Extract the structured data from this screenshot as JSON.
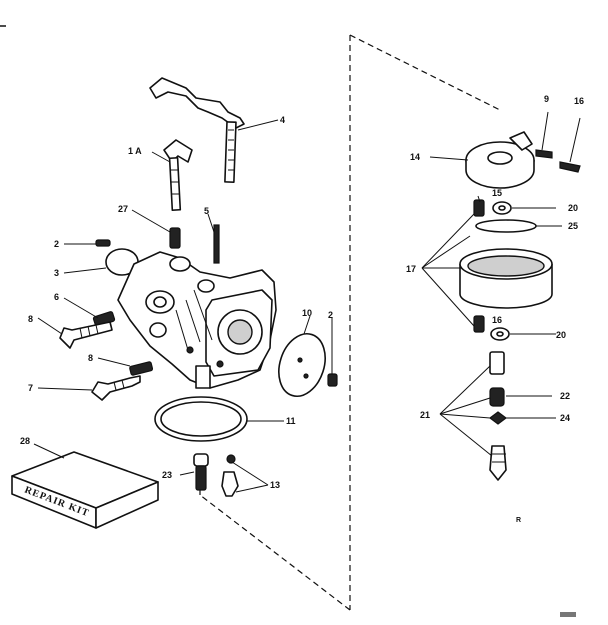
{
  "diagram": {
    "colors": {
      "ink": "#111111",
      "paper": "#ffffff",
      "shade": "#cfcfcf"
    },
    "labels": {
      "part_1a": "1 A",
      "part_2_left": "2",
      "part_2_right": "2",
      "part_3": "3",
      "part_4": "4",
      "part_5": "5",
      "part_6": "6",
      "part_7": "7",
      "part_8": "8",
      "part_8b": "8",
      "part_9": "9",
      "part_10": "10",
      "part_11": "11",
      "part_13": "13",
      "part_14": "14",
      "part_15": "15",
      "part_16_top": "16",
      "part_16_mid": "16",
      "part_17": "17",
      "part_20_top": "20",
      "part_20_bottom": "20",
      "part_21": "21",
      "part_22": "22",
      "part_23": "23",
      "part_24": "24",
      "part_25": "25",
      "part_27": "27",
      "part_28": "28"
    },
    "repair_kit_text": "REPAIR KIT",
    "corner_mark": "R"
  }
}
